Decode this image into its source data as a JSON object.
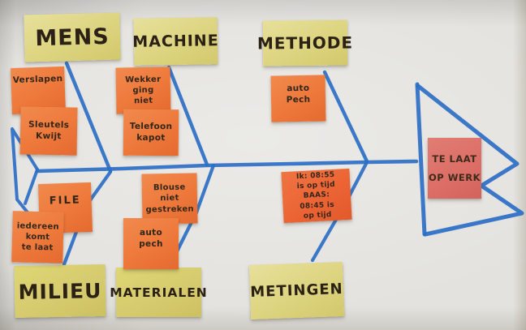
{
  "diagram_type": "fishbone (Ishikawa) on flipchart paper with sticky notes, hand-drawn blue marker skeleton",
  "categories": [
    {
      "label": "MENS"
    },
    {
      "label": "MACHINE"
    },
    {
      "label": "METHODE"
    },
    {
      "label": "MILIEU"
    },
    {
      "label": "MATERIALEN"
    },
    {
      "label": "METINGEN"
    }
  ],
  "causes": [
    {
      "text": "Verslapen"
    },
    {
      "text": "Sleutels\nKwijt"
    },
    {
      "text": "Wekker\nging\nniet"
    },
    {
      "text": "Telefoon\nkapot"
    },
    {
      "text": "auto\nPech"
    },
    {
      "text": "FILE"
    },
    {
      "text": "iedereen\nkomt\nte laat"
    },
    {
      "text": "Blouse\nniet\ngestreken"
    },
    {
      "text": "auto\npech"
    },
    {
      "text": "Ik: 08:55\nis op tijd\nBAAS:\n08:45 is\nop tijd"
    }
  ],
  "effect": {
    "text": "TE LAAT\nOP WERK"
  },
  "colors": {
    "marker_blue": "#2d6fc6",
    "note_yellow": "#ddd480",
    "note_orange": "#ee7a3c",
    "note_orange_red": "#ec6434",
    "note_red": "#dc6f67",
    "ink": "#33261a",
    "paper": "#e3e2de"
  }
}
